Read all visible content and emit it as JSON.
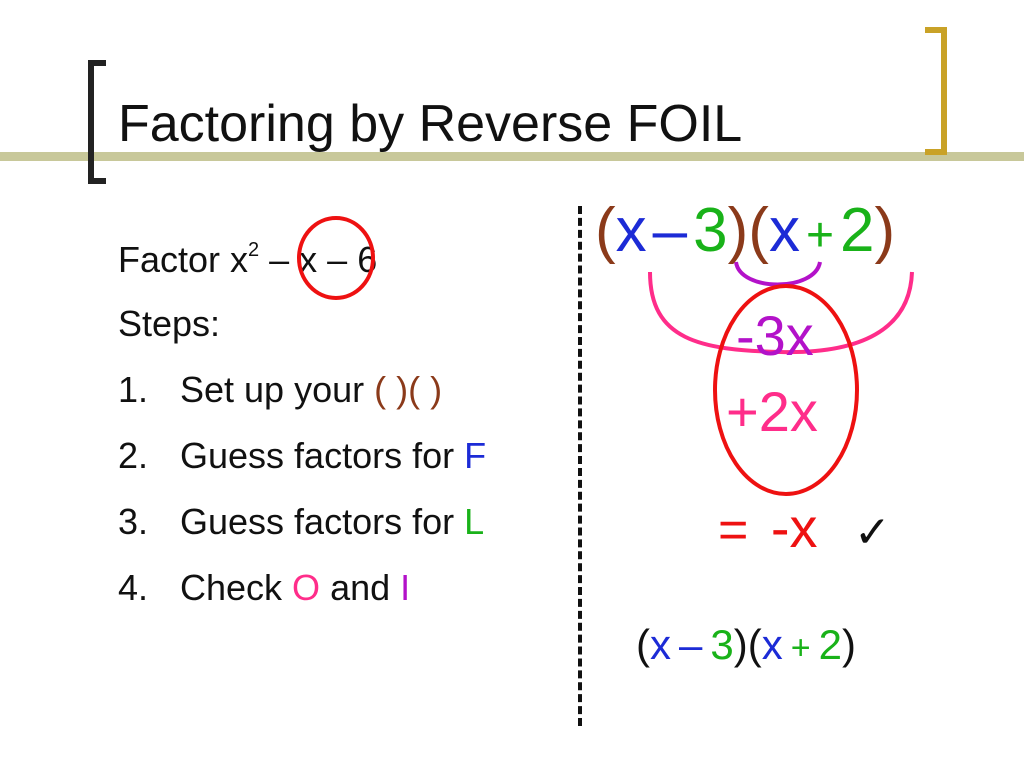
{
  "slide": {
    "title": "Factoring by Reverse FOIL"
  },
  "left": {
    "factor_prefix": "Factor x",
    "factor_sup": "2",
    "factor_rest": " – x – 6",
    "steps_label": "Steps:",
    "steps": [
      {
        "num": "1.",
        "text": "Set up your ",
        "accent": "(  )(  )"
      },
      {
        "num": "2.",
        "text": "Guess factors for ",
        "accent": "F"
      },
      {
        "num": "3.",
        "text": "Guess factors for ",
        "accent": "L"
      },
      {
        "num": "4.",
        "text": "Check ",
        "accent": "O",
        "mid": " and ",
        "accent2": "I"
      }
    ]
  },
  "right": {
    "factored": {
      "open1": "(",
      "x1": "x",
      "minus": "–",
      "three": "3",
      "close1": ")",
      "open2": "(",
      "x2": "x",
      "plus": "+",
      "two": "2",
      "close2": ")"
    },
    "inner_term": "-3x",
    "outer_term": "+2x",
    "result_eq": "=",
    "result_val": "-x",
    "check": "✓",
    "answer": {
      "open1": "(",
      "x1": "x",
      "minus": "–",
      "three": "3",
      "close1": ")",
      "open2": "(",
      "x2": "x",
      "plus": "+",
      "two": "2",
      "close2": ")"
    }
  },
  "colors": {
    "frame_bar": "#c8c89a",
    "bracket_gold": "#c9a227",
    "brown": "#8b3a1a",
    "blue": "#1c2bd6",
    "green": "#19b219",
    "pink": "#ff2d8a",
    "purple": "#b312c9",
    "red": "#ee1111"
  }
}
